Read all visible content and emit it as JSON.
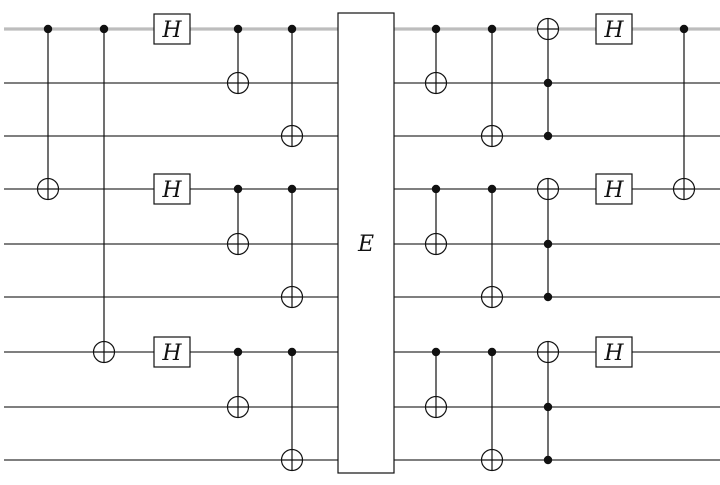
{
  "circuit": {
    "qubit_count": 9,
    "highlighted_wires": [
      0
    ],
    "labels": {
      "hadamard": "H",
      "error": "E"
    },
    "hadamards": [
      {
        "qubit": 0,
        "step": 2
      },
      {
        "qubit": 3,
        "step": 2
      },
      {
        "qubit": 6,
        "step": 2
      },
      {
        "qubit": 0,
        "step": 10
      },
      {
        "qubit": 3,
        "step": 10
      },
      {
        "qubit": 6,
        "step": 10
      }
    ],
    "controlled_nots": [
      {
        "step": 0,
        "controls": [
          0
        ],
        "target": 3
      },
      {
        "step": 1,
        "controls": [
          0
        ],
        "target": 6
      },
      {
        "step": 3,
        "controls": [
          0
        ],
        "target": 1
      },
      {
        "step": 3,
        "controls": [
          3
        ],
        "target": 4
      },
      {
        "step": 3,
        "controls": [
          6
        ],
        "target": 7
      },
      {
        "step": 4,
        "controls": [
          0
        ],
        "target": 2
      },
      {
        "step": 4,
        "controls": [
          3
        ],
        "target": 5
      },
      {
        "step": 4,
        "controls": [
          6
        ],
        "target": 8
      },
      {
        "step": 6,
        "controls": [
          0
        ],
        "target": 1
      },
      {
        "step": 6,
        "controls": [
          3
        ],
        "target": 4
      },
      {
        "step": 6,
        "controls": [
          6
        ],
        "target": 7
      },
      {
        "step": 7,
        "controls": [
          0
        ],
        "target": 2
      },
      {
        "step": 7,
        "controls": [
          3
        ],
        "target": 5
      },
      {
        "step": 7,
        "controls": [
          6
        ],
        "target": 8
      },
      {
        "step": 8,
        "controls": [
          1,
          2
        ],
        "target": 0
      },
      {
        "step": 8,
        "controls": [
          4,
          5
        ],
        "target": 3
      },
      {
        "step": 8,
        "controls": [
          7,
          8
        ],
        "target": 6
      },
      {
        "step": 11,
        "controls": [
          0
        ],
        "target": 3
      }
    ],
    "error_gate": {
      "step": 5,
      "qubits": [
        0,
        8
      ]
    }
  }
}
